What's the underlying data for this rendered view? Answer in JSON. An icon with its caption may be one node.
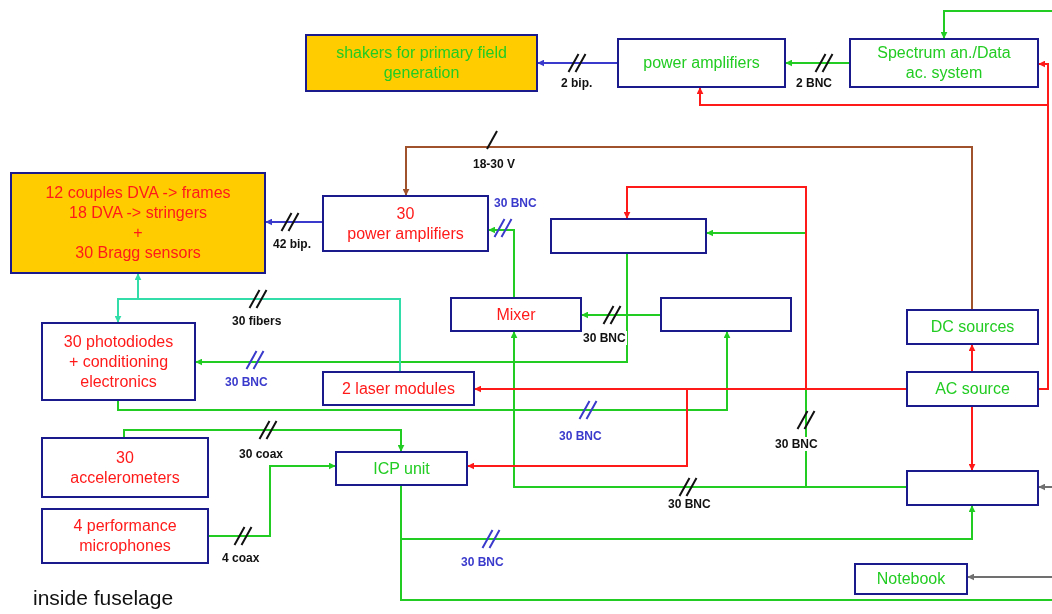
{
  "diagram": {
    "nodes": [
      {
        "text": [
          "shakers for primary field generation"
        ]
      },
      {
        "text": [
          "power amplifiers"
        ]
      },
      {
        "text": [
          "Spectrum an./Data ac. system"
        ]
      },
      {
        "text": [
          "12 couples DVA -> frames",
          "18 DVA -> stringers",
          "+",
          "30 Bragg sensors"
        ]
      },
      {
        "text": [
          "30",
          "power amplifiers"
        ]
      },
      {
        "text": [],
        "shape": "box"
      },
      {
        "text": [
          "Mixer"
        ]
      },
      {
        "text": [],
        "shape": "box"
      },
      {
        "text": [
          "DC sources"
        ]
      },
      {
        "text": [
          "30 photodiodes + conditioning electronics"
        ]
      },
      {
        "text": [
          "2 laser modules"
        ]
      },
      {
        "text": [
          "AC source"
        ]
      },
      {
        "text": [
          "30",
          "accelerometers"
        ]
      },
      {
        "text": [
          "ICP unit"
        ]
      },
      {
        "text": [],
        "shape": "box"
      },
      {
        "text": [
          "4 performance microphones"
        ]
      },
      {
        "text": [
          "Notebook"
        ]
      }
    ],
    "edges": [
      {
        "from": 1,
        "to": 0,
        "arrow": "to",
        "label": "2 bip.",
        "color": "#3a3acc"
      },
      {
        "from": 2,
        "to": 1,
        "arrow": "to",
        "label": "2 BNC"
      },
      {
        "from": null,
        "to": 2,
        "arrow": "to"
      },
      {
        "from": 11,
        "to": 2,
        "arrow": "to",
        "color": "#ff1a1a"
      },
      {
        "from": 11,
        "to": 1,
        "arrow": "to",
        "color": "#ff1a1a"
      },
      {
        "from": 8,
        "to": 4,
        "arrow": "to",
        "label": "18-30 V",
        "color": "#a0522d"
      },
      {
        "from": 4,
        "to": 3,
        "arrow": "to",
        "label": "42 bip.",
        "color": "#3a3acc"
      },
      {
        "from": 6,
        "to": 4,
        "arrow": "to",
        "label": "30 BNC"
      },
      {
        "from": 14,
        "to": 6,
        "arrow": "to",
        "label": "30 BNC"
      },
      {
        "from": 14,
        "to": 5,
        "arrow": "to",
        "label": "30 BNC"
      },
      {
        "from": 5,
        "to": 9,
        "arrow": "to",
        "label": "30 BNC"
      },
      {
        "from": 7,
        "to": 6,
        "arrow": "to",
        "label": "30 BNC"
      },
      {
        "from": 9,
        "to": 7,
        "arrow": "to",
        "label": "30 BNC"
      },
      {
        "from": 10,
        "to": 9,
        "arrow": "to",
        "label": "30 fibers",
        "color": "#33ddaa"
      },
      {
        "from": 10,
        "to": 3,
        "arrow": "to",
        "color": "#33ddaa"
      },
      {
        "from": 11,
        "to": 10,
        "arrow": "to",
        "color": "#ff1a1a"
      },
      {
        "from": 11,
        "to": 13,
        "arrow": "to",
        "color": "#ff1a1a"
      },
      {
        "from": 11,
        "to": 5,
        "arrow": "to",
        "color": "#ff1a1a"
      },
      {
        "from": 11,
        "to": 8,
        "arrow": "to",
        "color": "#ff1a1a"
      },
      {
        "from": 11,
        "to": 14,
        "arrow": "to",
        "color": "#ff1a1a"
      },
      {
        "from": 12,
        "to": 13,
        "arrow": "to",
        "label": "30 coax"
      },
      {
        "from": 15,
        "to": 13,
        "arrow": "to",
        "label": "4 coax"
      },
      {
        "from": 13,
        "to": 14,
        "arrow": "to",
        "label": "30 BNC"
      },
      {
        "from": 13,
        "to": null,
        "arrow": "none"
      },
      {
        "from": null,
        "to": 14,
        "arrow": "to",
        "color": "#707070"
      },
      {
        "from": null,
        "to": 16,
        "arrow": "to",
        "color": "#707070"
      }
    ],
    "labels": [
      "inside fuselage"
    ]
  }
}
